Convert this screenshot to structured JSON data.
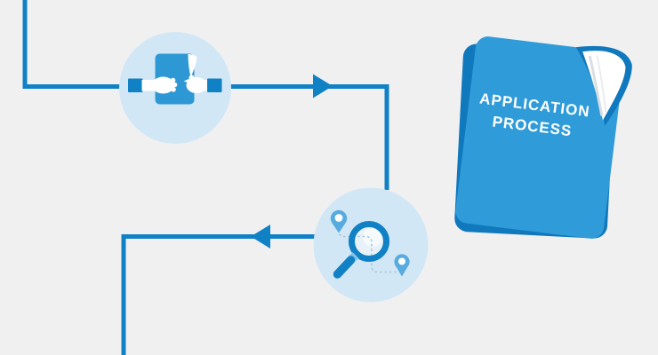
{
  "illustration": {
    "title": "Application process flow illustration",
    "palette": {
      "bg": "#f0f0f1",
      "line": "#1081c5",
      "circle_bg": "#d2e7f5",
      "icon_blue": "#2e98d5",
      "dark_blue": "#1078bd",
      "folder_front": "#2f9cd9",
      "pin_blue": "#58abde",
      "lens": "#e9f2f9",
      "handle_light": "#85c2e5",
      "dash": "#a5c6da",
      "white": "#ffffff"
    },
    "folder": {
      "title_line1": "APPLICATION",
      "title_line2": "PROCESS"
    },
    "steps": [
      {
        "id": "document-handover",
        "icon": "document-handover-icon"
      },
      {
        "id": "location-search",
        "icon": "map-search-icon"
      }
    ]
  }
}
